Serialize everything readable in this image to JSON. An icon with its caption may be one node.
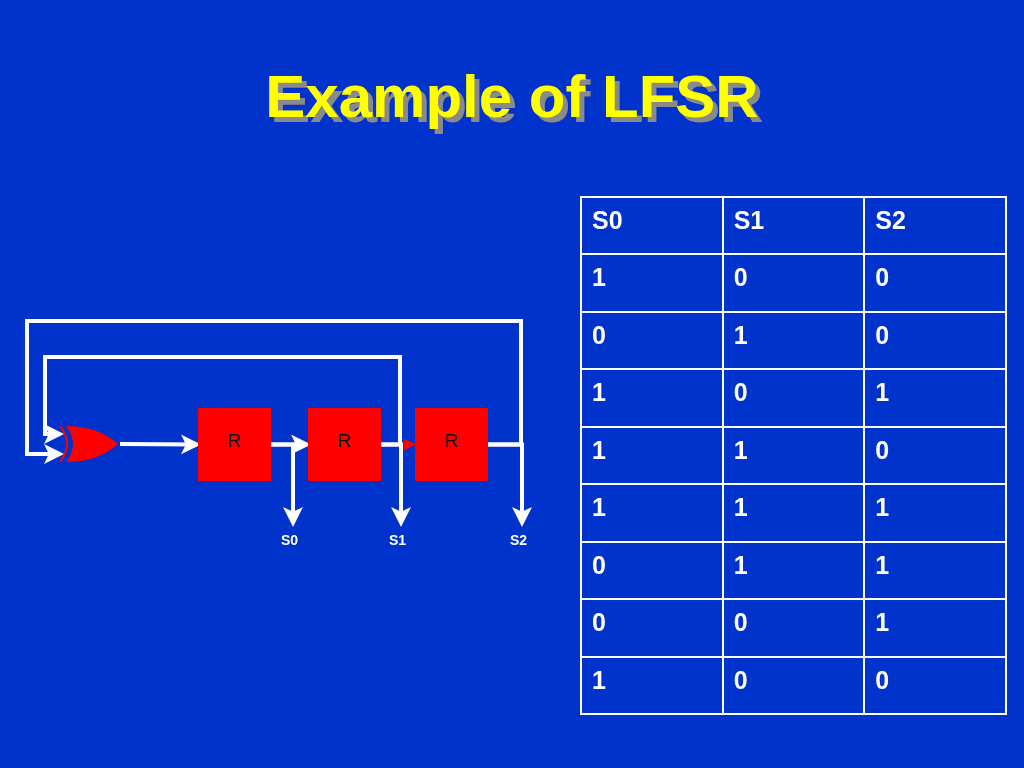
{
  "diagram": {
    "title": "Example of LFSR",
    "nodes": [
      {
        "text": [],
        "shape": "gate"
      },
      {
        "text": [
          "R"
        ]
      },
      {
        "text": [
          "R"
        ]
      },
      {
        "text": [
          "R"
        ]
      },
      {
        "text": [
          "S0"
        ]
      },
      {
        "text": [
          "S1"
        ]
      },
      {
        "text": [
          "S2"
        ]
      }
    ],
    "edges": [
      {
        "from": 0,
        "to": 1,
        "arrow": "to"
      },
      {
        "from": 1,
        "to": 2,
        "arrow": "to"
      },
      {
        "from": 2,
        "to": 3,
        "arrow": "to",
        "color": "#ff0000"
      },
      {
        "from": 1,
        "to": 4,
        "arrow": "to"
      },
      {
        "from": 2,
        "to": 5,
        "arrow": "to"
      },
      {
        "from": 3,
        "to": 6,
        "arrow": "to"
      },
      {
        "from": 2,
        "to": 0,
        "arrow": "to"
      },
      {
        "from": 3,
        "to": 0,
        "arrow": "to"
      }
    ],
    "labels": [
      "S0",
      "S1",
      "S2",
      "1",
      "0",
      "0",
      "0",
      "1",
      "0",
      "1",
      "0",
      "1",
      "1",
      "1",
      "0",
      "1",
      "1",
      "1",
      "0",
      "1",
      "1",
      "0",
      "0",
      "1",
      "1",
      "0",
      "0"
    ]
  }
}
